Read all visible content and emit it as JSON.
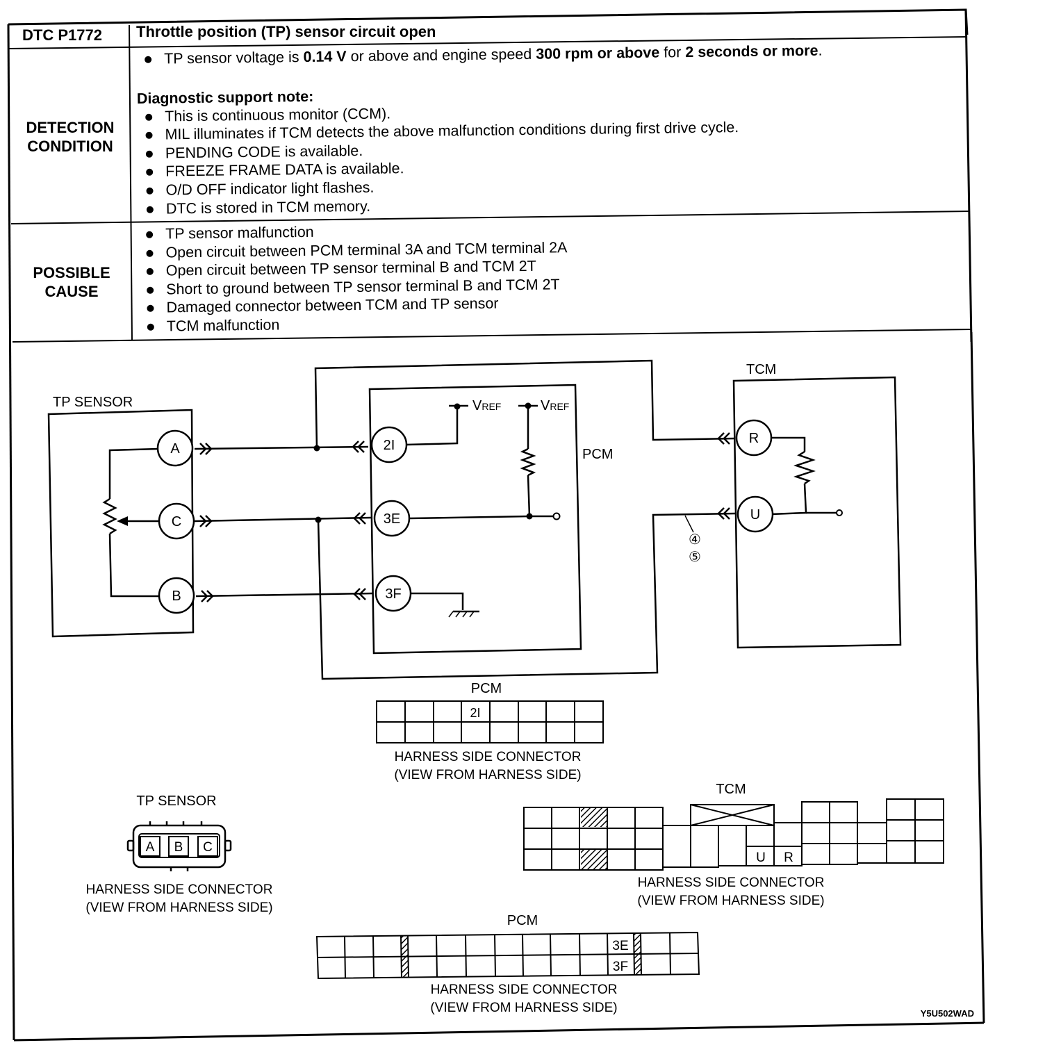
{
  "dtc_code": "DTC P1772",
  "dtc_title": "Throttle position (TP) sensor circuit open",
  "detection": {
    "label_line1": "DETECTION",
    "label_line2": "CONDITION",
    "main_condition": {
      "t1": "TP sensor voltage is ",
      "b1": "0.14 V",
      "t2": " or above and engine speed ",
      "b2": "300 rpm or above",
      "t3": " for ",
      "b3": "2 seconds or more",
      "t4": "."
    },
    "note_heading": "Diagnostic support note:",
    "notes": [
      "This is continuous monitor (CCM).",
      "MIL illuminates if TCM detects the above malfunction conditions during first drive cycle.",
      "PENDING CODE is available.",
      "FREEZE FRAME DATA is available.",
      "O/D OFF indicator light flashes.",
      "DTC is stored in TCM memory."
    ]
  },
  "possible_cause": {
    "label_line1": "POSSIBLE",
    "label_line2": "CAUSE",
    "items": [
      "TP sensor malfunction",
      "Open circuit between PCM terminal 3A and TCM terminal 2A",
      "Open circuit between TP sensor terminal B and TCM 2T",
      "Short to ground between TP sensor terminal B and TCM 2T",
      "Damaged connector between TCM and TP sensor",
      "TCM malfunction"
    ]
  },
  "diagram": {
    "tp_sensor_label": "TP SENSOR",
    "pcm_label": "PCM",
    "tcm_label": "TCM",
    "tp_terminals": [
      "A",
      "C",
      "B"
    ],
    "pcm_terminals": [
      "2I",
      "3E",
      "3F"
    ],
    "tcm_terminals": [
      "R",
      "U"
    ],
    "vref": "V",
    "vref_sub": "REF",
    "wire_markers": [
      "④",
      "⑤"
    ]
  },
  "connectors": {
    "pcm1": {
      "title": "PCM",
      "pin": "2I",
      "caption1": "HARNESS SIDE CONNECTOR",
      "caption2": "(VIEW FROM HARNESS SIDE)"
    },
    "tp": {
      "title": "TP SENSOR",
      "pins": [
        "A",
        "B",
        "C"
      ],
      "caption1": "HARNESS SIDE CONNECTOR",
      "caption2": "(VIEW FROM HARNESS SIDE)"
    },
    "tcm": {
      "title": "TCM",
      "pins": [
        "U",
        "R"
      ],
      "caption1": "HARNESS SIDE CONNECTOR",
      "caption2": "(VIEW FROM HARNESS SIDE)"
    },
    "pcm2": {
      "title": "PCM",
      "pins": [
        "3E",
        "3F"
      ],
      "caption1": "HARNESS SIDE CONNECTOR",
      "caption2": "(VIEW FROM HARNESS SIDE)"
    }
  },
  "figure_id": "Y5U502WAD"
}
